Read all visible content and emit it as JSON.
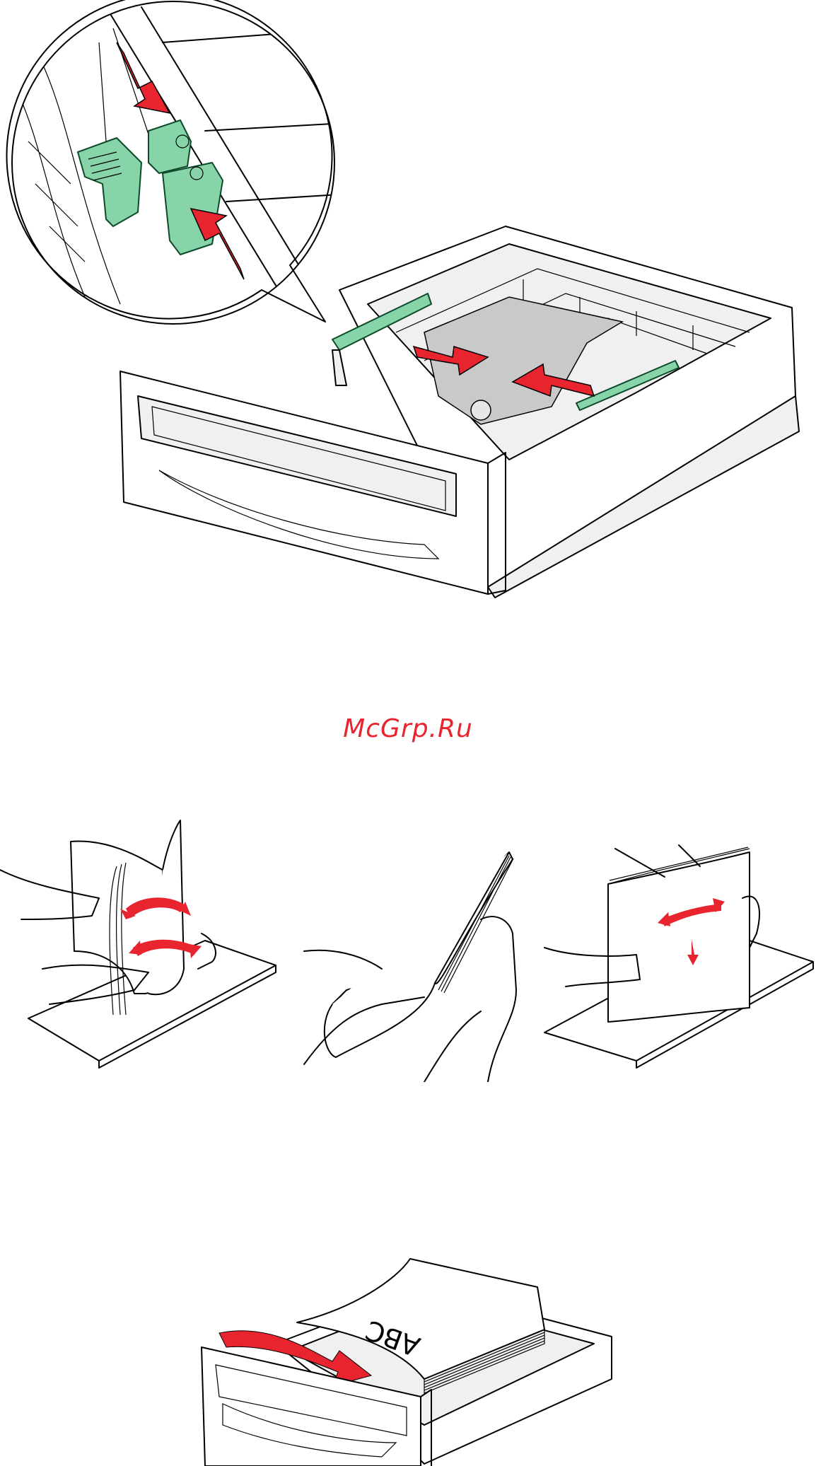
{
  "watermark": {
    "text": "McGrp.Ru",
    "color": "#e8242f"
  },
  "colors": {
    "arrow": "#e8242f",
    "guide": "#86d4a8",
    "line": "#000000"
  },
  "figures": [
    {
      "id": "adjust-guides",
      "icons": [
        "zoom-callout",
        "length-guide",
        "width-guides",
        "arrows"
      ]
    },
    {
      "id": "flex-paper",
      "icons": [
        "flex-stack",
        "fan-stack",
        "straighten-stack"
      ]
    },
    {
      "id": "load-paper",
      "stack_label": "ABC"
    }
  ]
}
